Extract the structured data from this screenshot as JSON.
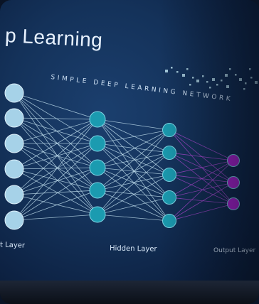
{
  "slide": {
    "title": "p Learning",
    "subtitle": "SIMPLE DEEP LEARNING NETWORK",
    "labels": {
      "input": "t Layer",
      "hidden": "Hidden Layer",
      "output": "Output Layer"
    }
  },
  "network": {
    "node_color": "#a6d2e8",
    "hidden_color": "#1b9bb0",
    "output_color": "#b020d4",
    "edge_color": "#c9e8f5",
    "output_edge_color": "#c04ee6"
  }
}
